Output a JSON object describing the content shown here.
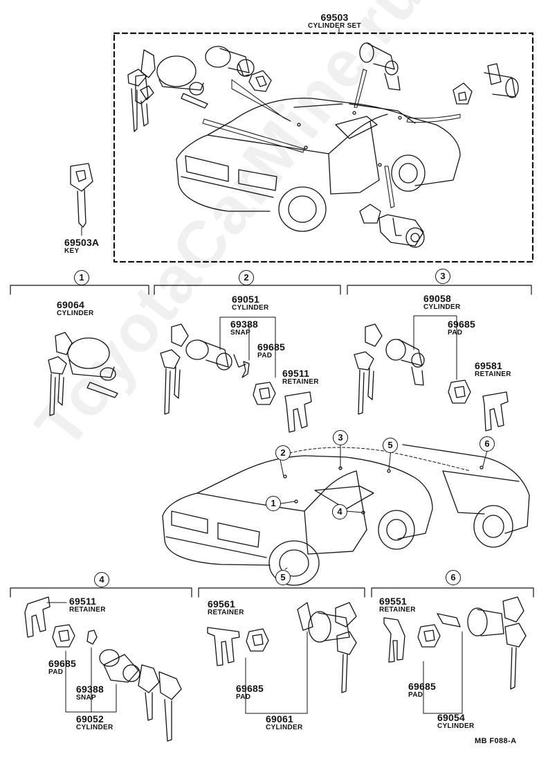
{
  "watermark": "ToyotaCarMine.ru",
  "cylinder_set": {
    "part": "69503",
    "name": "CYLINDER SET"
  },
  "key": {
    "part": "69503A",
    "name": "KEY"
  },
  "group_1": {
    "marker": "1",
    "cylinder": {
      "part": "69064",
      "name": "CYLINDER"
    }
  },
  "group_2": {
    "marker": "2",
    "cylinder": {
      "part": "69051",
      "name": "CYLINDER"
    },
    "snap": {
      "part": "69388",
      "name": "SNAP"
    },
    "pad": {
      "part": "69685",
      "name": "PAD"
    },
    "retainer": {
      "part": "69511",
      "name": "RETAINER"
    }
  },
  "group_3": {
    "marker": "3",
    "cylinder": {
      "part": "69058",
      "name": "CYLINDER"
    },
    "pad": {
      "part": "69685",
      "name": "PAD"
    },
    "retainer": {
      "part": "69581",
      "name": "RETAINER"
    }
  },
  "group_4": {
    "marker": "4",
    "retainer": {
      "part": "69511",
      "name": "RETAINER"
    },
    "pad": {
      "part": "69685",
      "name": "PAD"
    },
    "snap": {
      "part": "69388",
      "name": "SNAP"
    },
    "cylinder": {
      "part": "69052",
      "name": "CYLINDER"
    }
  },
  "group_5": {
    "marker": "5",
    "retainer": {
      "part": "69561",
      "name": "RETAINER"
    },
    "pad": {
      "part": "69685",
      "name": "PAD"
    },
    "cylinder": {
      "part": "69061",
      "name": "CYLINDER"
    }
  },
  "group_6": {
    "marker": "6",
    "retainer": {
      "part": "69551",
      "name": "RETAINER"
    },
    "pad": {
      "part": "69685",
      "name": "PAD"
    },
    "cylinder": {
      "part": "69054",
      "name": "CYLINDER"
    }
  },
  "car_markers": [
    "1",
    "2",
    "3",
    "4",
    "5",
    "6"
  ],
  "ref_code": "MB  F088-A"
}
